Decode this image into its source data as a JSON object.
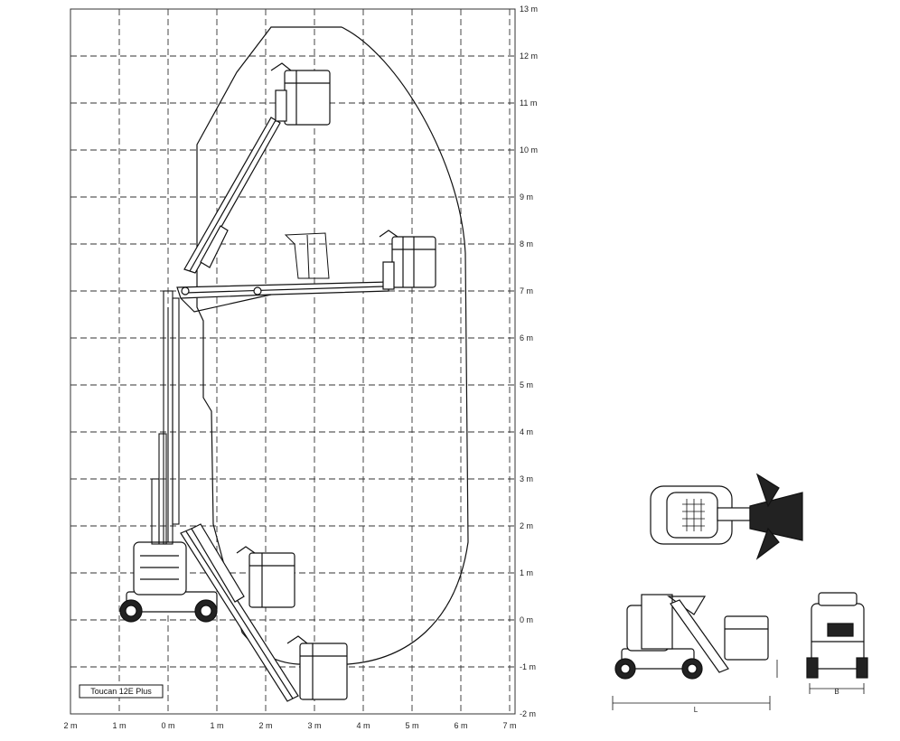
{
  "diagram": {
    "model_label": "Toucan 12E Plus",
    "y_ticks": [
      "13 m",
      "12 m",
      "11 m",
      "10 m",
      "9 m",
      "8 m",
      "7 m",
      "6 m",
      "5 m",
      "4 m",
      "3 m",
      "2 m",
      "1 m",
      "0 m",
      "-1 m",
      "-2 m"
    ],
    "x_ticks": [
      "2 m",
      "1 m",
      "0 m",
      "1 m",
      "2 m",
      "3 m",
      "4 m",
      "5 m",
      "6 m",
      "7 m"
    ],
    "dimension_labels": {
      "length": "L",
      "width": "B"
    },
    "line_color": "#111111",
    "grid_color": "#333333"
  }
}
